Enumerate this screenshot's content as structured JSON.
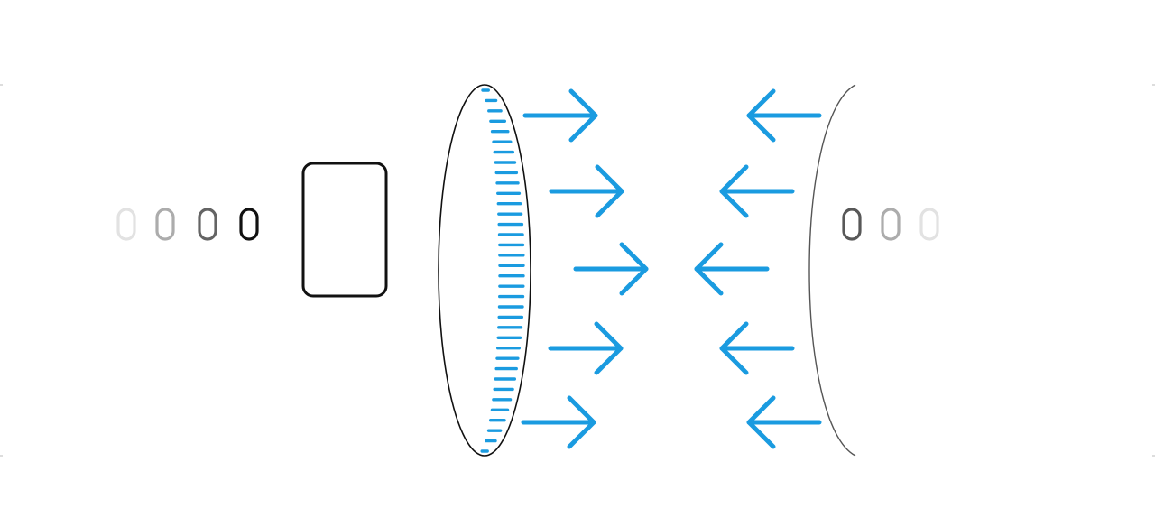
{
  "diagram": {
    "accent_color": "#1a9be0",
    "outline_color": "#111111",
    "left_component": {
      "name": "tube-with-connector-end",
      "indicator_count": 4,
      "indicator_opacities": [
        0.12,
        0.35,
        0.65,
        1.0
      ],
      "has_window": true,
      "connector_ticks": 36
    },
    "right_component": {
      "name": "tube-end",
      "indicator_count": 3,
      "indicator_opacities": [
        0.7,
        0.35,
        0.12
      ]
    },
    "arrows_right_count": 5,
    "arrows_left_count": 5,
    "arrow_direction_meaning": "converging"
  }
}
